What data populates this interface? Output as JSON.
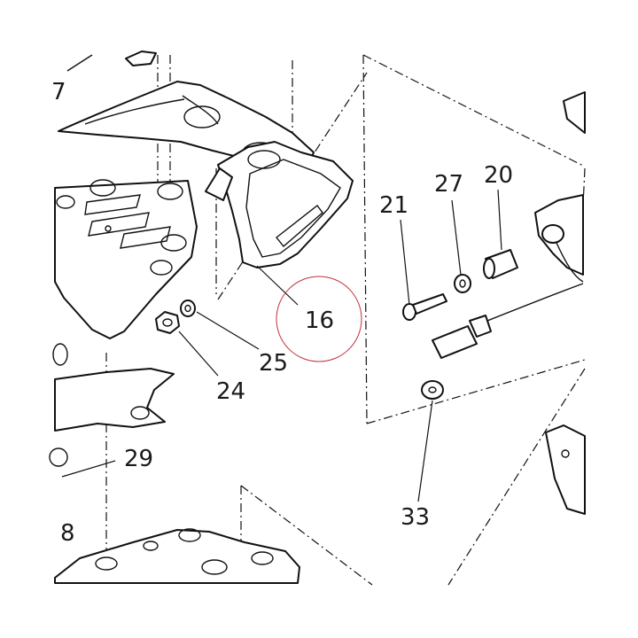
{
  "callouts": {
    "c7": "7",
    "c8": "8",
    "c16": "16",
    "c20": "20",
    "c21": "21",
    "c24": "24",
    "c25": "25",
    "c27": "27",
    "c29": "29",
    "c33": "33"
  },
  "colors": {
    "line": "#111111",
    "highlight_circle": "#c0303a",
    "background": "#ffffff"
  }
}
